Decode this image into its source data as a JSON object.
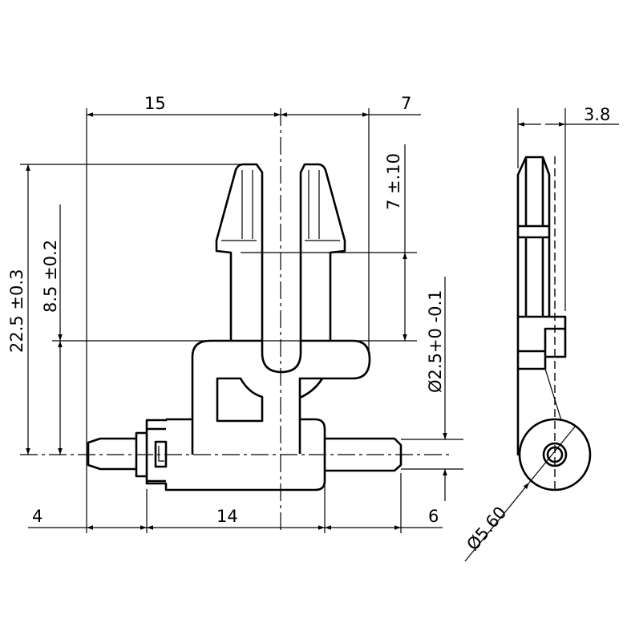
{
  "drawing": {
    "front_view": {
      "dim_width_top": "15",
      "dim_right_offset": "7",
      "dim_total_height": "22.5 ±0.3",
      "dim_lower_height": "8.5 ±0.2",
      "dim_prong_height": "7 ±.10",
      "dim_pin_diameter": "Ø2.5+0 -0.1",
      "dim_left_pin": "4",
      "dim_body_width": "14",
      "dim_right_pin": "6"
    },
    "side_view": {
      "dim_thickness": "3.8",
      "dim_eye_diameter": "Ø5.60"
    }
  }
}
